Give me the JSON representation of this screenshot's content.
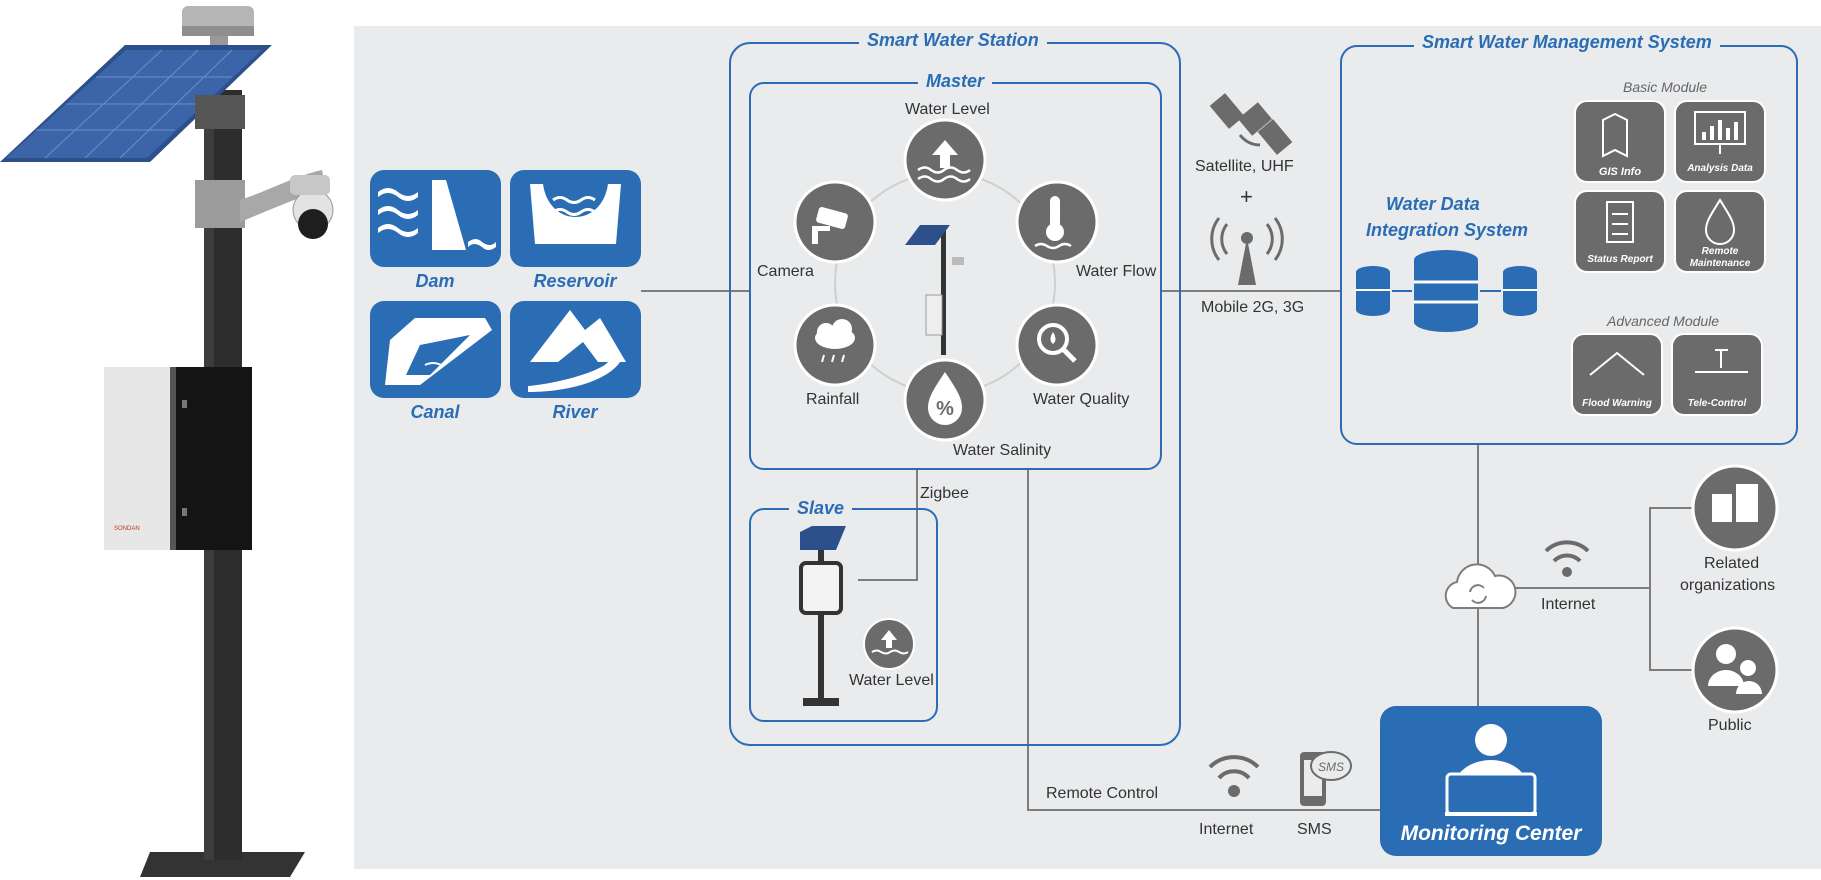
{
  "sources": {
    "dam": "Dam",
    "reservoir": "Reservoir",
    "canal": "Canal",
    "river": "River"
  },
  "station": {
    "title": "Smart Water Station",
    "master": {
      "title": "Master",
      "sensors": {
        "water_level": "Water Level",
        "water_flow": "Water Flow",
        "water_quality": "Water Quality",
        "water_salinity": "Water Salinity",
        "rainfall": "Rainfall",
        "camera": "Camera"
      }
    },
    "zigbee": "Zigbee",
    "slave": {
      "title": "Slave",
      "sensor": "Water Level"
    }
  },
  "comm": {
    "satellite": "Satellite, UHF",
    "plus": "+",
    "mobile": "Mobile 2G, 3G",
    "remote_control": "Remote Control",
    "internet_bottom": "Internet",
    "sms": "SMS",
    "sms_bubble": "SMS",
    "internet_right": "Internet"
  },
  "system": {
    "title": "Smart Water Management System",
    "integration": {
      "line1": "Water Data",
      "line2": "Integration System"
    },
    "basic_module": {
      "title": "Basic Module",
      "items": [
        {
          "l1": "GIS Info",
          "l2": ""
        },
        {
          "l1": "Analysis Data",
          "l2": ""
        },
        {
          "l1": "Status Report",
          "l2": ""
        },
        {
          "l1": "Remote",
          "l2": "Maintenance"
        }
      ]
    },
    "advanced_module": {
      "title": "Advanced Module",
      "items": [
        {
          "l1": "Flood Warning"
        },
        {
          "l1": "Tele-Control"
        }
      ]
    }
  },
  "endpoints": {
    "related_l1": "Related",
    "related_l2": "organizations",
    "public": "Public"
  },
  "monitoring": {
    "label": "Monitoring Center"
  },
  "product": {
    "brand": "SONDAN"
  },
  "colors": {
    "accent_blue": "#2a6db5",
    "panel_bg": "#e9ebed",
    "icon_gray": "#6b6b6b",
    "line_gray": "#7d7d7d"
  }
}
